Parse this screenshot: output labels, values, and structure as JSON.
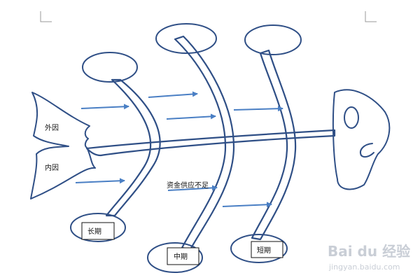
{
  "diagram": {
    "labels": {
      "external_cause": "外因",
      "internal_cause": "内因",
      "problem": "资金供应不足"
    },
    "boxes": {
      "long_term": "长期",
      "mid_term": "中期",
      "short_term": "短期"
    }
  },
  "watermark": {
    "brand": "Bai du 经验",
    "url": "jingyan.baidu.com"
  },
  "colors": {
    "outline": "#2f4f86",
    "arrow": "#4a7fc4",
    "watermark": "#c9ced6"
  }
}
